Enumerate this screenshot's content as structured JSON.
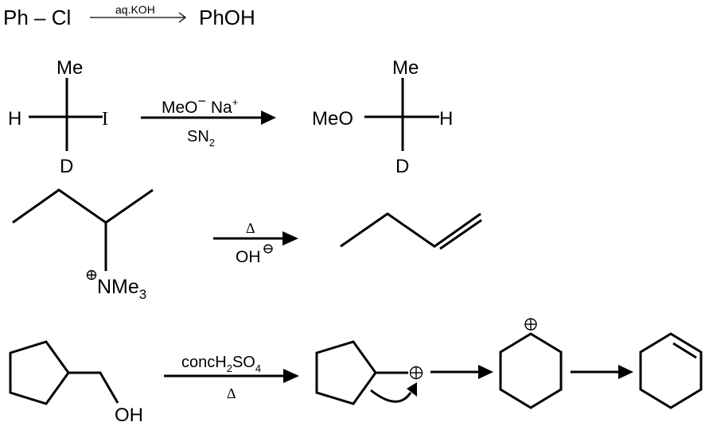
{
  "reactions": [
    {
      "id": "r1",
      "reactant": "Ph – Cl",
      "reagent_above": "aq.KOH",
      "product": "PhOH"
    },
    {
      "id": "r2",
      "reactant": {
        "type": "fischer-projection",
        "top": "Me",
        "left": "H",
        "right": "I",
        "bottom": "D"
      },
      "reagent_above": {
        "base": "MeO",
        "sup1": "−",
        "mid": " Na",
        "sup2": "+"
      },
      "reagent_below": {
        "base": "SN",
        "sub": "2"
      },
      "product": {
        "type": "fischer-projection",
        "top": "Me",
        "left": "MeO",
        "right": "H",
        "bottom": "D"
      }
    },
    {
      "id": "r3",
      "reactant": {
        "type": "skeletal",
        "name": "2-butyltrimethylammonium",
        "substituent": {
          "charge": "⊕",
          "base": "NMe",
          "sub": "3"
        }
      },
      "reagent_above": "Δ",
      "reagent_below": {
        "base": "OH",
        "sup": "⊖"
      },
      "product": {
        "type": "skeletal",
        "name": "1-butene"
      }
    },
    {
      "id": "r4",
      "reactant": {
        "type": "skeletal",
        "name": "cyclopentylmethanol",
        "substituent": "OH"
      },
      "reagent_above": {
        "base": "concH",
        "sub1": "2",
        "mid": "SO",
        "sub2": "4"
      },
      "reagent_below": "Δ",
      "intermediate_1": {
        "type": "skeletal",
        "name": "cyclopentylmethyl cation",
        "charge": "⊕"
      },
      "intermediate_2": {
        "type": "skeletal",
        "name": "cyclohexyl cation",
        "charge": "⊕"
      },
      "product": {
        "type": "skeletal",
        "name": "cyclohexene"
      }
    }
  ]
}
